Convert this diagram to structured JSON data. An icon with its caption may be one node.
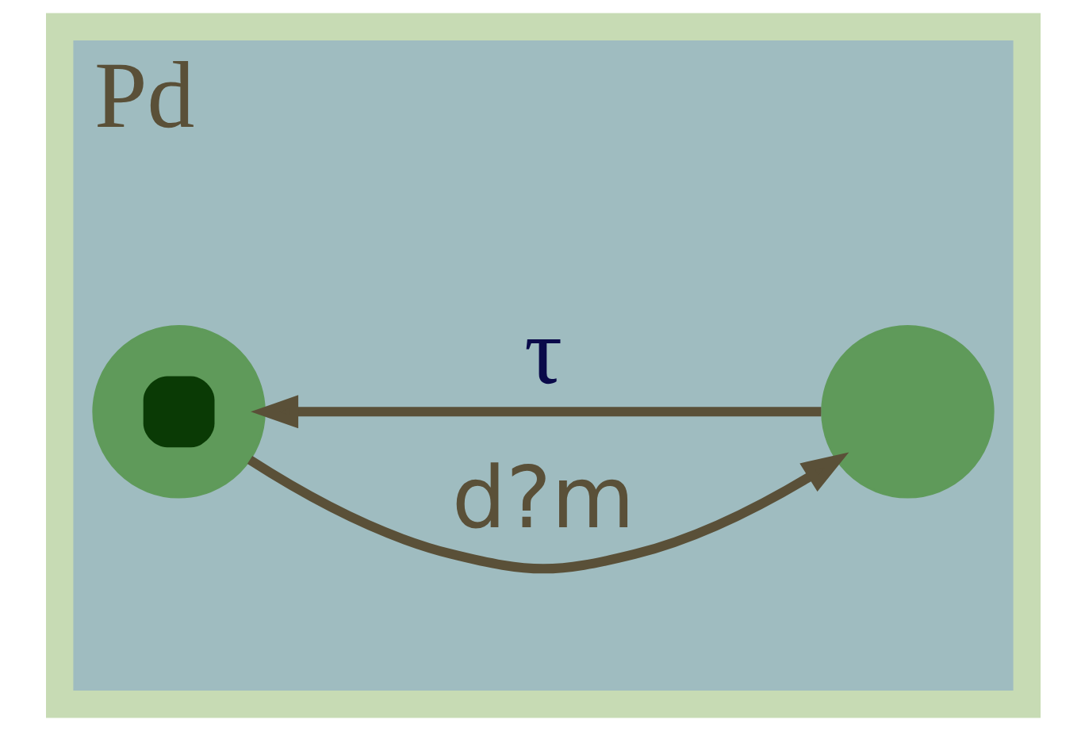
{
  "diagram": {
    "nodes": [
      {
        "text": [
          "Pd"
        ]
      },
      {
        "text": [],
        "shape": "circle",
        "in": 0
      },
      {
        "text": [],
        "shape": "circle",
        "in": 0
      }
    ],
    "edges": [
      {
        "from": 1,
        "to": 2,
        "arrow": "to",
        "label": "d?m"
      },
      {
        "from": 2,
        "to": 1,
        "arrow": "to",
        "label": "τ"
      }
    ]
  }
}
